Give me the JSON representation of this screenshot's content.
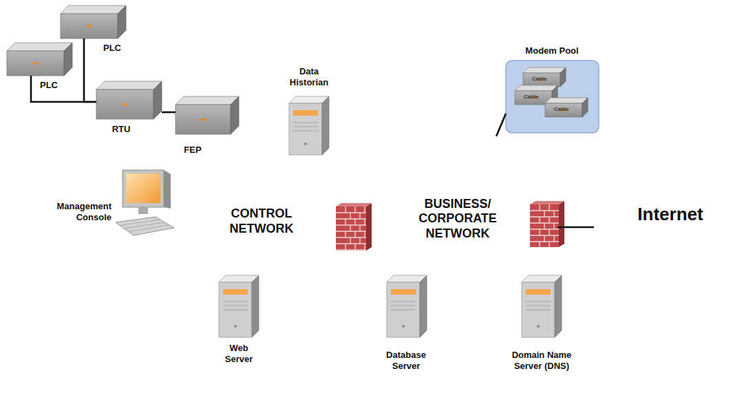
{
  "diagram": {
    "nodes": [
      {
        "text": [
          "PLC"
        ]
      },
      {
        "text": [
          "PLC"
        ]
      },
      {
        "text": [
          "RTU"
        ]
      },
      {
        "text": [
          "Data Historian"
        ]
      },
      {
        "text": [
          "Modem Pool"
        ]
      },
      {
        "text": [
          "FEP"
        ]
      },
      {
        "text": [
          "Management Console"
        ]
      },
      {
        "text": [
          "CONTROL NETWORK"
        ]
      },
      {
        "text": [
          "BUSINESS/ CORPORATE NETWORK"
        ]
      },
      {
        "text": [
          "Internet"
        ]
      },
      {
        "text": [
          "Web Server"
        ]
      },
      {
        "text": [
          "Database Server"
        ]
      },
      {
        "text": [
          "Domain Name Server (DNS)"
        ]
      }
    ],
    "edges": [
      {
        "from": 0,
        "to": 2,
        "arrow": "none"
      },
      {
        "from": 1,
        "to": 2,
        "arrow": "none"
      },
      {
        "from": 2,
        "to": 5,
        "arrow": "none"
      },
      {
        "from": 4,
        "to": 8,
        "arrow": "none"
      },
      {
        "from": 8,
        "to": 9,
        "arrow": "none"
      }
    ],
    "labels": [
      "Cable",
      "Cable",
      "Cable"
    ]
  }
}
